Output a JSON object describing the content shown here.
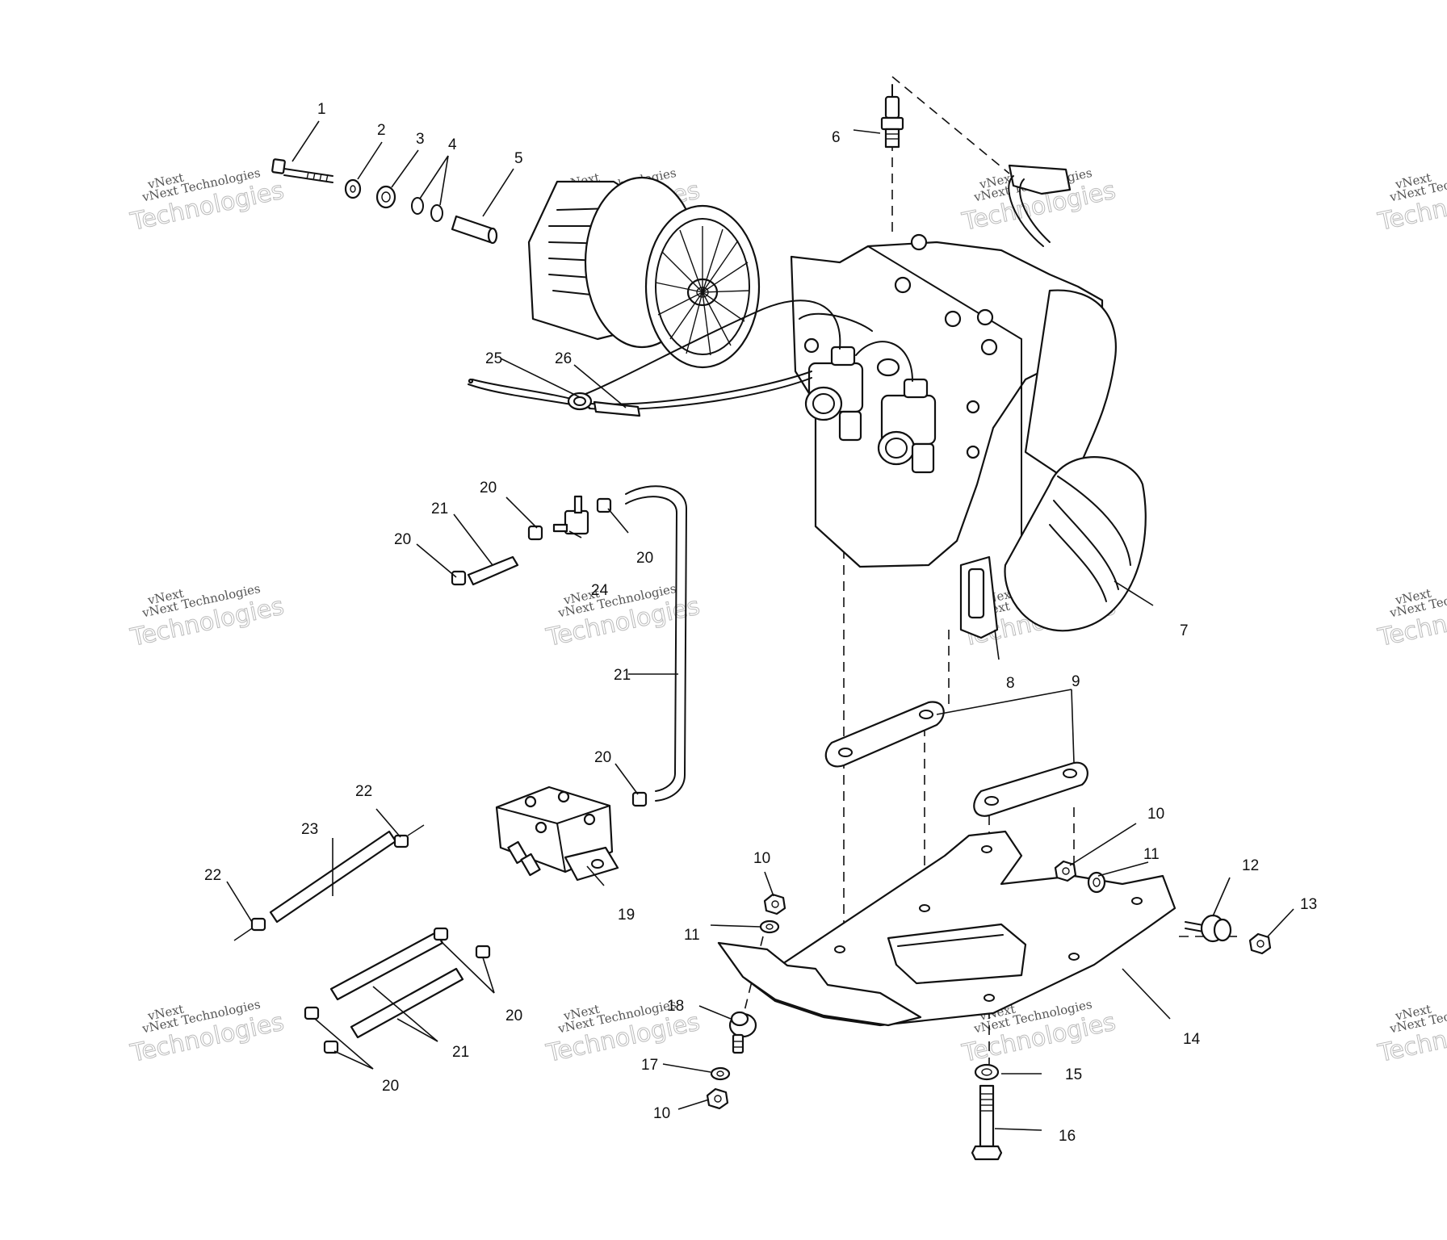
{
  "watermark": {
    "brand": "vNext",
    "line1": "vNext Technologies",
    "line2": "Technologies"
  },
  "callouts": {
    "c1": "1",
    "c2": "2",
    "c3": "3",
    "c4": "4",
    "c5": "5",
    "c6": "6",
    "c7": "7",
    "c8": "8",
    "c9": "9",
    "c10a": "10",
    "c10b": "10",
    "c10c": "10",
    "c11a": "11",
    "c11b": "11",
    "c12": "12",
    "c13": "13",
    "c14": "14",
    "c15": "15",
    "c16": "16",
    "c17": "17",
    "c18": "18",
    "c19": "19",
    "c20a": "20",
    "c20b": "20",
    "c20c": "20",
    "c20d": "20",
    "c20e": "20",
    "c20f": "20",
    "c21a": "21",
    "c21b": "21",
    "c21c": "21",
    "c22a": "22",
    "c22b": "22",
    "c23": "23",
    "c24": "24",
    "c25": "25",
    "c26": "26"
  },
  "icons": [
    "engine-icon",
    "clutch-icon",
    "carburetor-icon",
    "fuel-pump-icon",
    "mounting-plate-icon"
  ]
}
